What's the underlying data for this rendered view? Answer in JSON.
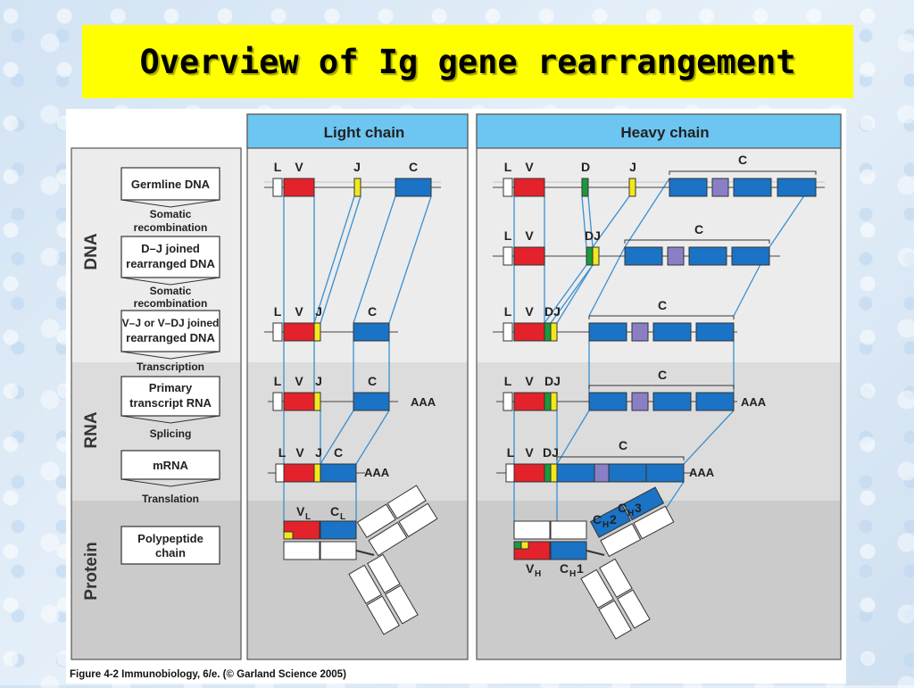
{
  "slide": {
    "title": "Overview of Ig gene rearrangement"
  },
  "figure": {
    "panels": {
      "light": "Light chain",
      "heavy": "Heavy chain"
    },
    "sections": {
      "dna": "DNA",
      "rna": "RNA",
      "protein": "Protein"
    },
    "boxes": {
      "germline": "Germline DNA",
      "dj_joined_1": "D–J joined",
      "dj_joined_2": "rearranged DNA",
      "vj_joined_1": "V–J or V–DJ joined",
      "vj_joined_2": "rearranged DNA",
      "primary_1": "Primary",
      "primary_2": "transcript RNA",
      "mrna": "mRNA",
      "poly_1": "Polypeptide",
      "poly_2": "chain"
    },
    "steps": {
      "somatic_1a": "Somatic",
      "somatic_1b": "recombination",
      "somatic_2a": "Somatic",
      "somatic_2b": "recombination",
      "transcription": "Transcription",
      "splicing": "Splicing",
      "translation": "Translation"
    },
    "segments": {
      "L": "L",
      "V": "V",
      "D": "D",
      "J": "J",
      "C": "C",
      "DJ": "DJ",
      "AAA": "AAA"
    },
    "domains": {
      "VL": "V",
      "VL_sub": "L",
      "CL": "C",
      "CL_sub": "L",
      "VH": "V",
      "VH_sub": "H",
      "CH1": "C",
      "CH1_sub": "H",
      "CH1_num": "1",
      "CH2": "C",
      "CH2_sub": "H",
      "CH2_num": "2",
      "CH3": "C",
      "CH3_sub": "H",
      "CH3_num": "3"
    },
    "caption": "Figure 4-2  Immunobiology, 6/e. (© Garland Science 2005)",
    "colors": {
      "V": "#e3222b",
      "D": "#1a9a3c",
      "J": "#f2e81c",
      "C": "#1a73c5",
      "C_hinge": "#8a7fc4",
      "header": "#6dc6f2",
      "dna_bg": "#ececec",
      "rna_bg": "#dcdcdc",
      "protein_bg": "#cbcbcb"
    }
  }
}
